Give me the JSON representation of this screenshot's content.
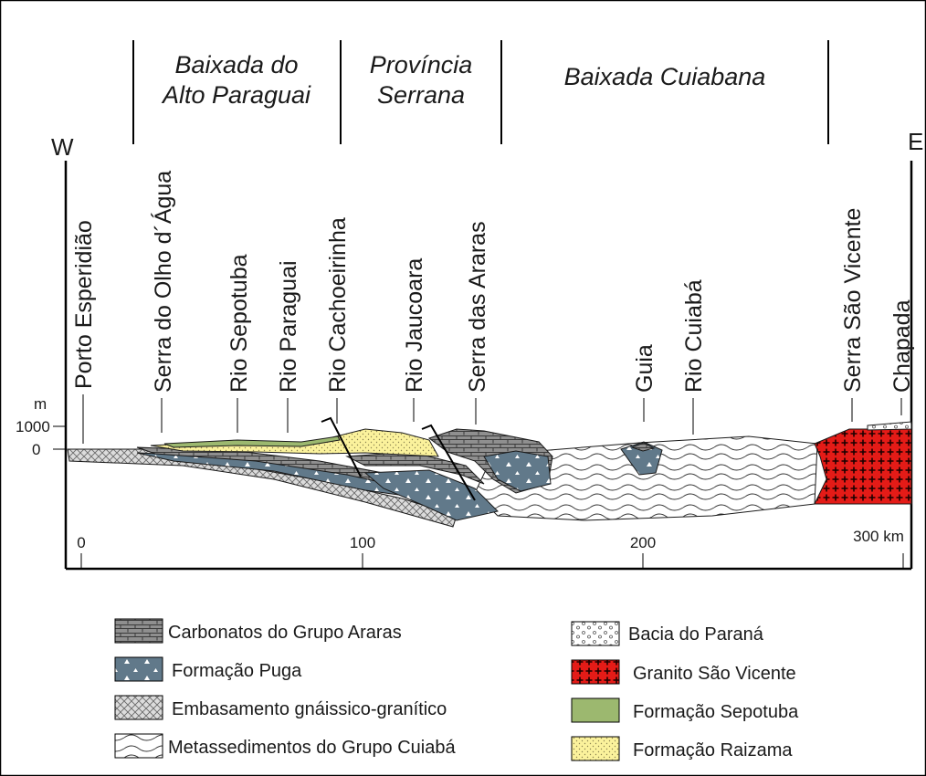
{
  "directions": {
    "west": "W",
    "east": "E"
  },
  "regions": [
    {
      "lines": [
        "Baixada do",
        "Alto Paraguai"
      ]
    },
    {
      "lines": [
        "Província",
        "Serrana"
      ]
    },
    {
      "lines": [
        "Baixada Cuiabana"
      ]
    }
  ],
  "locations": [
    "Porto Esperidião",
    "Serra do Olho d´Água",
    "Rio Sepotuba",
    "Rio Paraguai",
    "Rio Cachoeirinha",
    "Rio Jaucoara",
    "Serra das Araras",
    "Guia",
    "Rio Cuiabá",
    "Serra São Vicente",
    "Chapada"
  ],
  "elevation_axis": {
    "unit": "m",
    "ticks": [
      "1000",
      "0"
    ]
  },
  "distance_axis": {
    "ticks": [
      "0",
      "100",
      "200",
      "300 km"
    ]
  },
  "legend": [
    {
      "label": "Carbonatos do Grupo Araras",
      "pattern": "carbonate-brick",
      "color": "#8c8c8c"
    },
    {
      "label": "Formação Puga",
      "pattern": "puga-triangles",
      "color": "#5f7a8a"
    },
    {
      "label": "Embasamento gnáissico-granítico",
      "pattern": "crosshatch",
      "color": "#d9d9d9"
    },
    {
      "label": "Metassedimentos do Grupo Cuiabá",
      "pattern": "wavy-lines",
      "color": "#ffffff"
    },
    {
      "label": "Bacia do Paraná",
      "pattern": "small-circles",
      "color": "#ffffff"
    },
    {
      "label": "Granito São Vicente",
      "pattern": "red-crosses",
      "color": "#e31a1c"
    },
    {
      "label": "Formação Sepotuba",
      "pattern": "solid-green",
      "color": "#9cb86f"
    },
    {
      "label": "Formação Raizama",
      "pattern": "yellow-stipple",
      "color": "#fbf29a"
    }
  ]
}
